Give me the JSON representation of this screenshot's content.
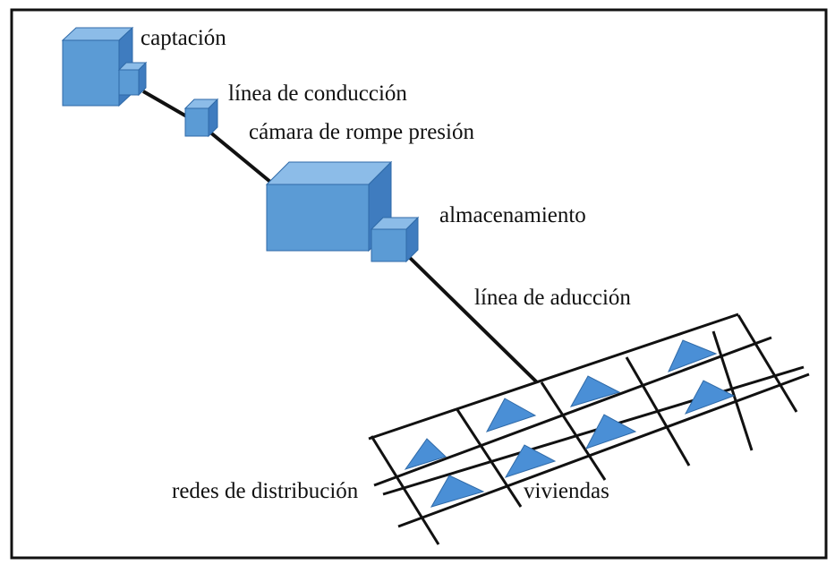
{
  "labels": {
    "captacion": "captación",
    "linea_conduccion": "línea de conducción",
    "camara_rompe_presion": "cámara de rompe presión",
    "almacenamiento": "almacenamiento",
    "linea_aduccion": "línea de aducción",
    "redes_distribucion": "redes de distribución",
    "viviendas": "viviendas"
  },
  "colors": {
    "box_front": "#5b9bd5",
    "box_top": "#8cbce8",
    "box_side": "#3f7cbf",
    "triangle": "#4a8fd6",
    "pipe": "#111111",
    "frame": "#111111"
  },
  "icons": {
    "house": "triangle-icon",
    "structure": "cube-icon"
  }
}
